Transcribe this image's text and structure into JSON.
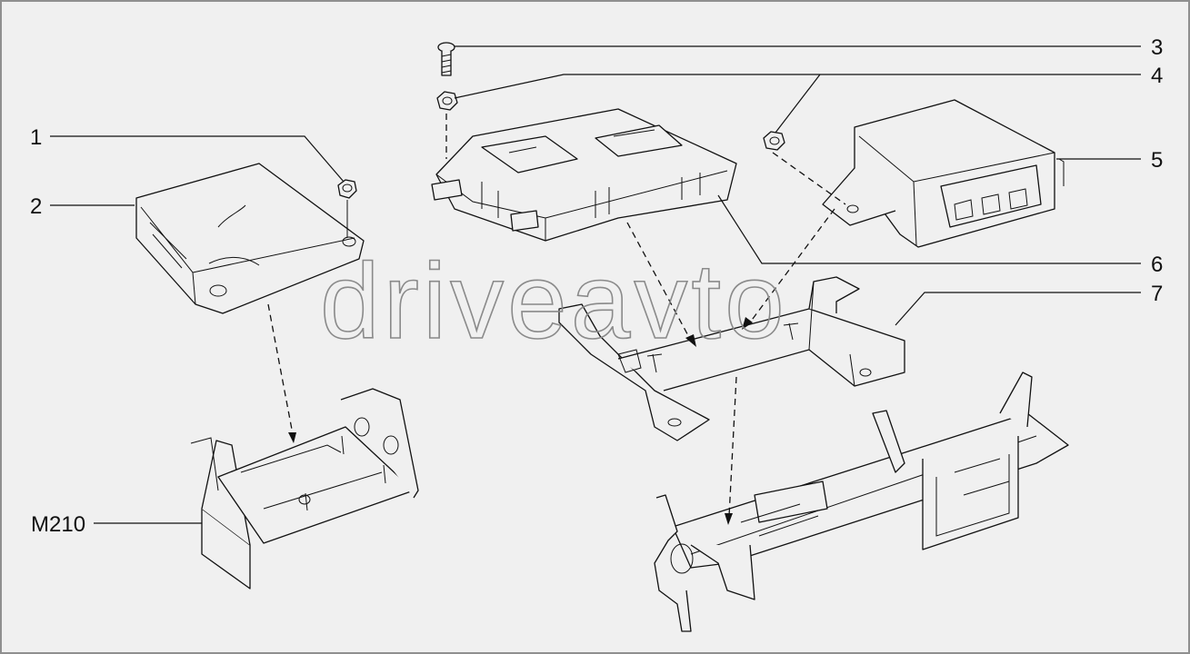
{
  "watermark": "driveavto",
  "callouts": [
    {
      "id": "1",
      "label": "1"
    },
    {
      "id": "2",
      "label": "2"
    },
    {
      "id": "3",
      "label": "3"
    },
    {
      "id": "4",
      "label": "4"
    },
    {
      "id": "5",
      "label": "5"
    },
    {
      "id": "6",
      "label": "6"
    },
    {
      "id": "7",
      "label": "7"
    },
    {
      "id": "m210",
      "label": "M210"
    }
  ]
}
